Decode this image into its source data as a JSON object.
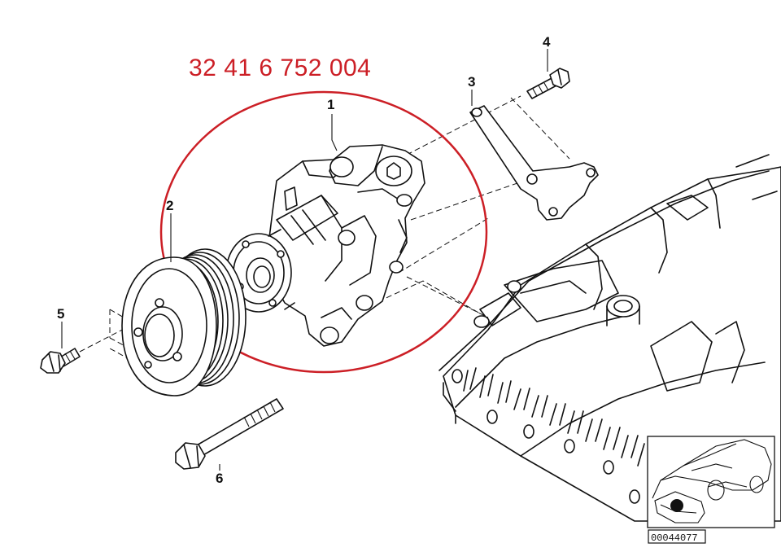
{
  "part_number": "32 41 6 752 004",
  "highlight_color": "#cc1f26",
  "callouts": [
    "1",
    "2",
    "3",
    "4",
    "5",
    "6"
  ],
  "reference_id": "00044077"
}
